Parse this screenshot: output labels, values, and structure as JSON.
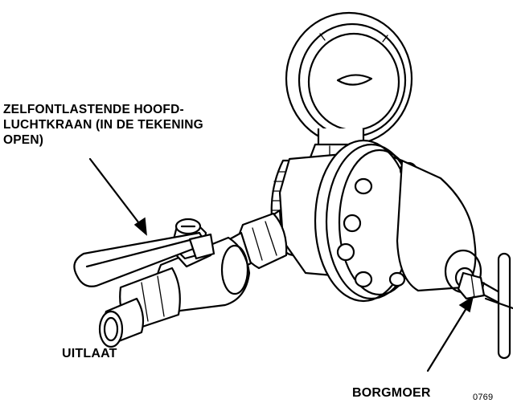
{
  "labels": {
    "valve_line1": "ZELFONTLASTENDE HOOFD-",
    "valve_line2": "LUCHTKRAAN (IN DE TEKENING",
    "valve_line3": "OPEN)",
    "outlet": "UITLAAT",
    "locknut": "BORGMOER",
    "figure_code": "0769"
  }
}
